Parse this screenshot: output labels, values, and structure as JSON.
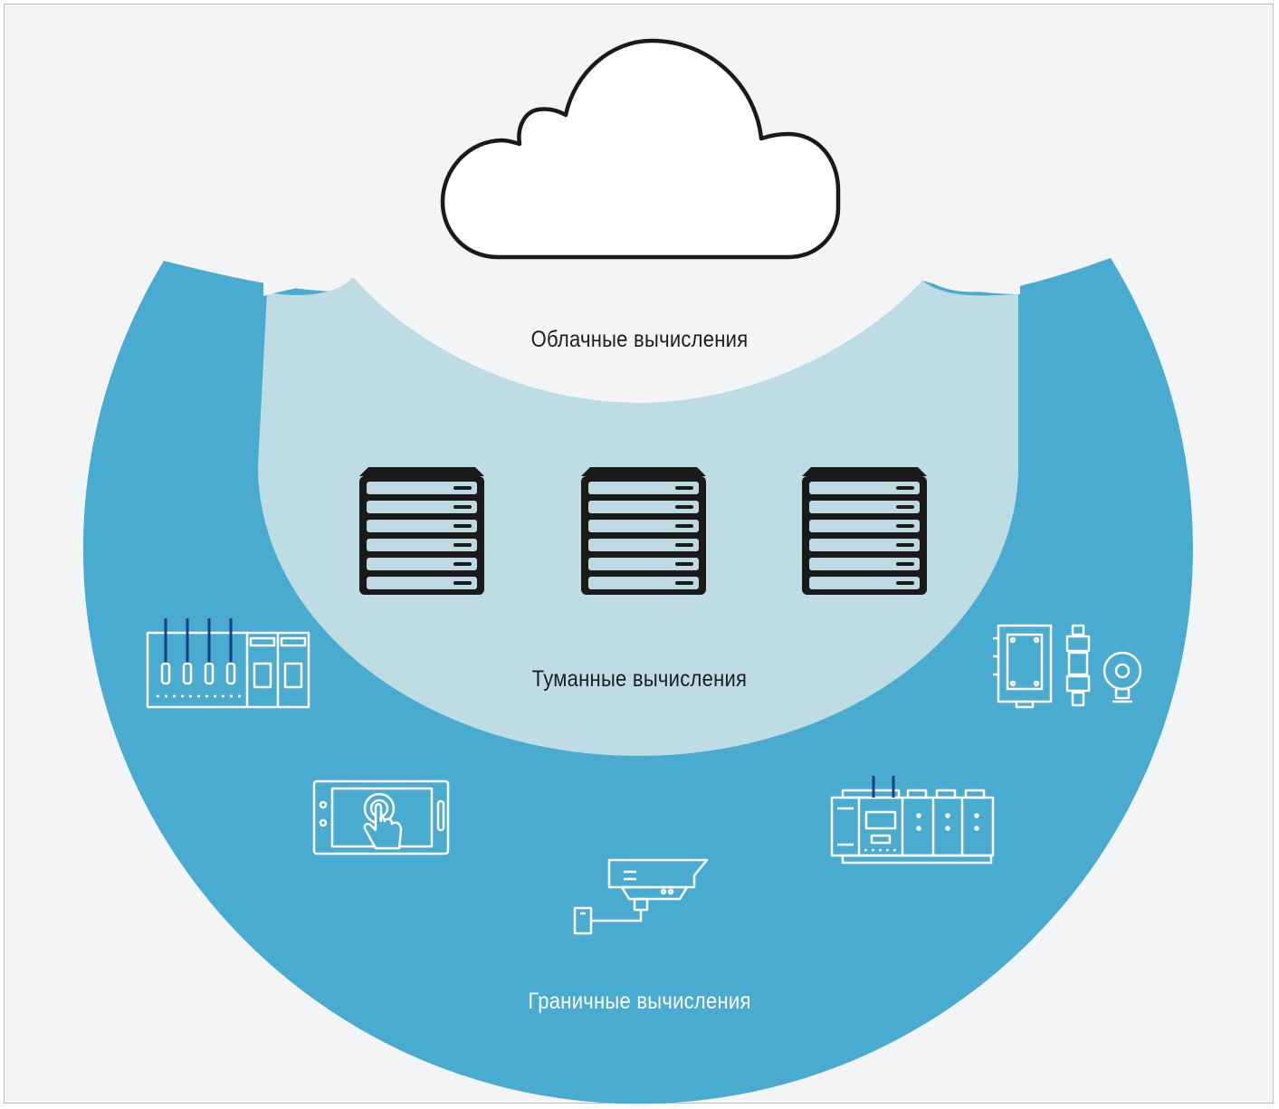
{
  "diagram": {
    "layers": {
      "cloud": {
        "label": "Облачные вычисления",
        "icon": "cloud-icon"
      },
      "fog": {
        "label": "Туманные вычисления",
        "icon": "server-rack-icon",
        "server_count": 3
      },
      "edge": {
        "label": "Граничные вычисления",
        "devices": [
          "controller-antennas-icon",
          "sensor-equipment-icon",
          "touch-panel-icon",
          "security-camera-icon",
          "plc-module-icon"
        ]
      }
    },
    "colors": {
      "background": "#f3f4f6",
      "edge_ring": "#4aabd1",
      "fog_area": "#bddce4",
      "cloud_stroke": "#1a1a1a",
      "server_fill": "#1a1a1a",
      "server_slot": "#bed9e2",
      "device_stroke": "#ffffff",
      "device_accent": "#1a3f8a"
    }
  }
}
